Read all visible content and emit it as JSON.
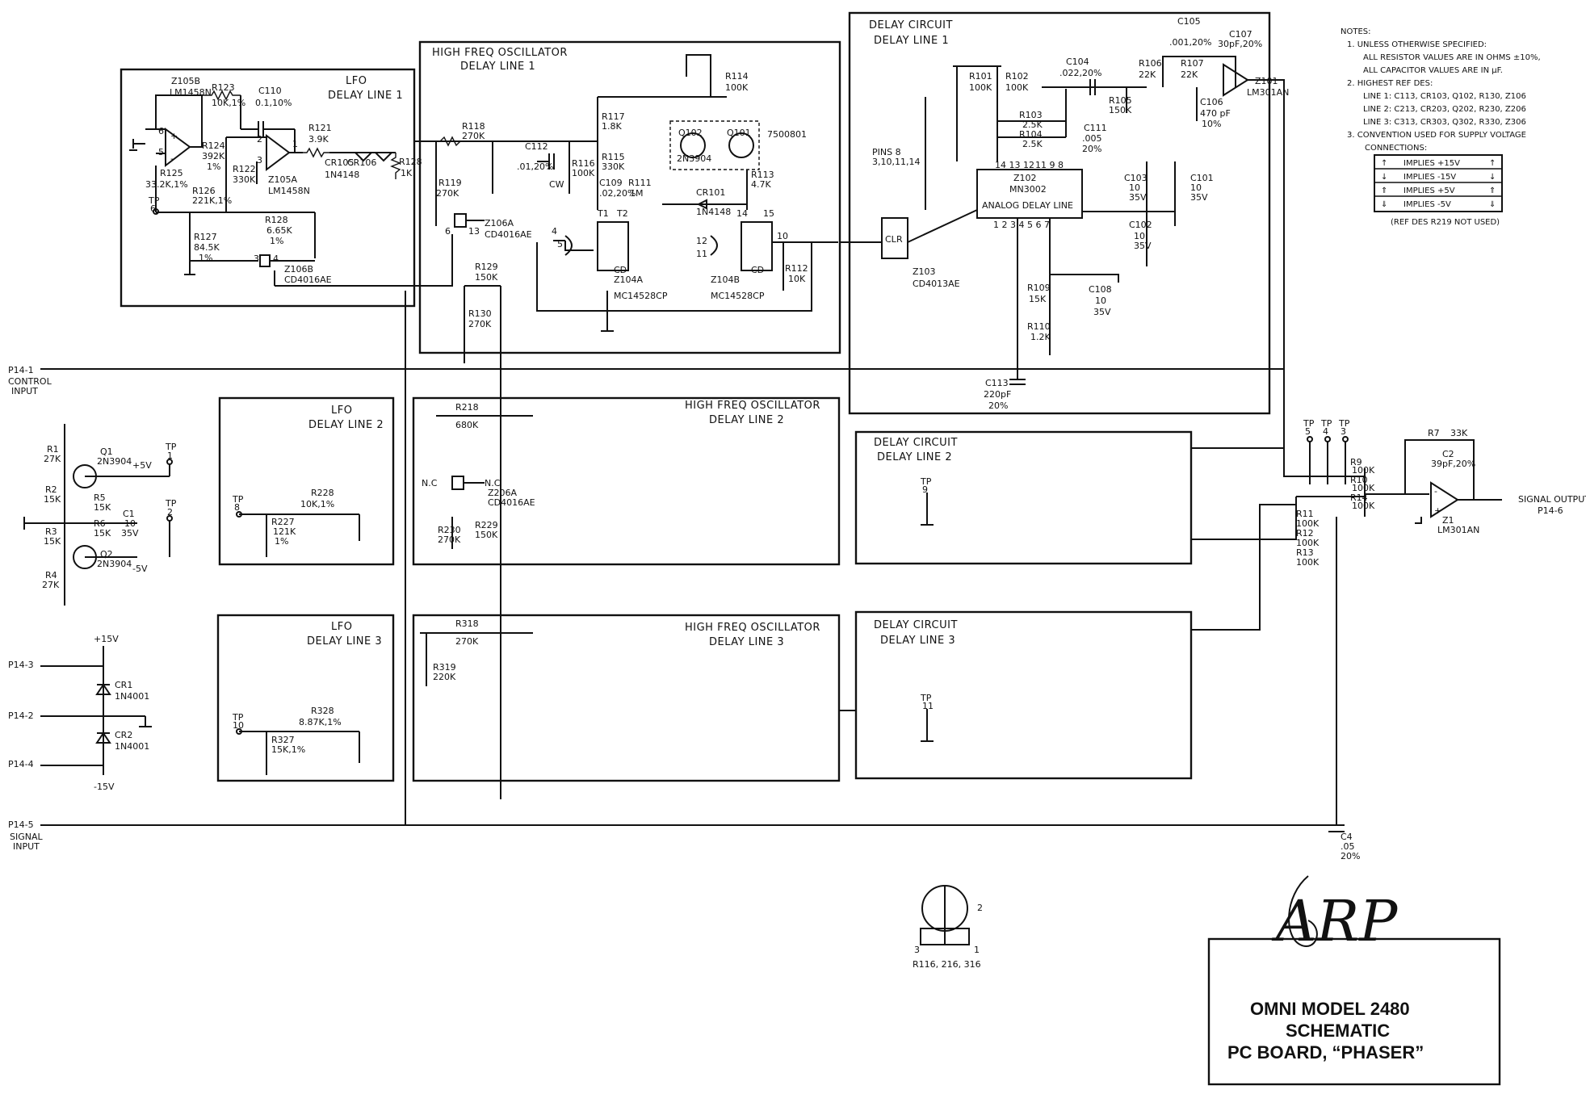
{
  "sections": {
    "lfo1": {
      "title": "LFO",
      "sub": "DELAY LINE 1"
    },
    "lfo2": {
      "title": "LFO",
      "sub": "DELAY LINE 2"
    },
    "lfo3": {
      "title": "LFO",
      "sub": "DELAY LINE 3"
    },
    "hfo1": {
      "title": "HIGH FREQ OSCILLATOR",
      "sub": "DELAY LINE 1"
    },
    "hfo2": {
      "title": "HIGH FREQ OSCILLATOR",
      "sub": "DELAY LINE 2"
    },
    "hfo3": {
      "title": "HIGH FREQ OSCILLATOR",
      "sub": "DELAY LINE 3"
    },
    "dc1": {
      "title": "DELAY CIRCUIT",
      "sub": "DELAY LINE 1"
    },
    "dc2": {
      "title": "DELAY CIRCUIT",
      "sub": "DELAY LINE 2"
    },
    "dc3": {
      "title": "DELAY CIRCUIT",
      "sub": "DELAY LINE 3"
    }
  },
  "lfo1_parts": {
    "z105b": "Z105B",
    "z105b_type": "LM1458N",
    "r123": "R123",
    "r123_v": "10K,1%",
    "c110": "C110",
    "c110_v": "0.1,10%",
    "r121": "R121",
    "r121_v": "3.9K",
    "r124": "R124",
    "r124_v": "392K",
    "r124_t": "1%",
    "r122": "R122",
    "r122_v": "330K",
    "z105a": "Z105A",
    "z105a_type": "LM1458N",
    "cr105": "CR105",
    "cr106": "CR106",
    "cr_type": "1N4148",
    "r128b": "R128",
    "r128b_v": "1K",
    "r125": "R125",
    "r125_v": "33.2K,1%",
    "r126": "R126",
    "r126_v": "221K,1%",
    "tp6": "TP",
    "tp6_n": "6",
    "r128": "R128",
    "r128_v": "6.65K",
    "r128_t": "1%",
    "r127": "R127",
    "r127_v": "84.5K",
    "r127_t": "1%",
    "z106b": "Z106B",
    "z106b_type": "CD4016AE"
  },
  "hfo1_parts": {
    "r118": "R118",
    "r118_v": "270K",
    "r119": "R119",
    "r119_v": "270K",
    "z106a": "Z106A",
    "z106a_type": "CD4016AE",
    "r129": "R129",
    "r129_v": "150K",
    "r130": "R130",
    "r130_v": "270K",
    "c112": "C112",
    "c112_v": ".01,20%",
    "r116": "R116",
    "r116_v": "100K",
    "cw": "CW",
    "r117": "R117",
    "r117_v": "1.8K",
    "r115": "R115",
    "r115_v": "330K",
    "r114": "R114",
    "r114_v": "100K",
    "q102": "Q102",
    "q102_t": "2N3904",
    "q101": "Q101",
    "q101_t": "7500801",
    "r113": "R113",
    "r113_v": "4.7K",
    "c109": "C109",
    "c109_v": ".02,20%",
    "r111": "R111",
    "r111_v": "1M",
    "cr101": "CR101",
    "cr101_t": "1N4148",
    "z104a": "Z104A",
    "z104a_t": "MC14528CP",
    "z104b": "Z104B",
    "z104b_t": "MC14528CP",
    "r112": "R112",
    "r112_v": "10K"
  },
  "dc1_parts": {
    "r101": "R101",
    "r101_v": "100K",
    "r102": "R102",
    "r102_v": "100K",
    "r103": "R103",
    "r103_v": "2.5K",
    "r104": "R104",
    "r104_v": "2.5K",
    "c104": "C104",
    "c104_v": ".022,20%",
    "c111": "C111",
    "c111_v": ".005",
    "c111_t": "20%",
    "r105": "R105",
    "r105_v": "150K",
    "r106": "R106",
    "r106_v": "22K",
    "r107": "R107",
    "r107_v": "22K",
    "c105": "C105",
    "c105_v": ".001,20%",
    "c107": "C107",
    "c107_v": "30pF,20%",
    "c106": "C106",
    "c106_v": "470 pF",
    "c106_t": "10%",
    "z101": "Z101",
    "z101_t": "LM301AN",
    "z102": "Z102",
    "z102_t": "MN3002",
    "z102_d": "ANALOG DELAY LINE",
    "pins": "PINS 8",
    "pins2": "3,10,11,14",
    "z103": "Z103",
    "z103_t": "CD4013AE",
    "c103": "C103",
    "c103_v": "10",
    "c103_t": "35V",
    "c101": "C101",
    "c101_v": "10",
    "c101_t": "35V",
    "c102": "C102",
    "c102_v": "10",
    "c102_t": "35V",
    "r109": "R109",
    "r109_v": "15K",
    "c108": "C108",
    "c108_v": "10",
    "c108_t": "35V",
    "r110": "R110",
    "r110_v": "1.2K",
    "c113": "C113",
    "c113_v": "220pF",
    "c113_t": "20%"
  },
  "left_parts": {
    "p14_1": "P14-1",
    "control_input": "CONTROL",
    "control_input2": "INPUT",
    "r1": "R1",
    "r1_v": "27K",
    "q1": "Q1",
    "q1_t": "2N3904",
    "plus5": "+5V",
    "minus5": "-5V",
    "tp1": "TP",
    "tp1_n": "1",
    "tp2": "TP",
    "tp2_n": "2",
    "r2": "R2",
    "r2_v": "15K",
    "r5": "R5",
    "r5_v": "15K",
    "r6": "R6",
    "r6_v": "15K",
    "c1": "C1",
    "c1_v": "10",
    "c1_t": "35V",
    "r3": "R3",
    "r3_v": "15K",
    "q2": "Q2",
    "q2_t": "2N3904",
    "r4": "R4",
    "r4_v": "27K",
    "p14_3": "P14-3",
    "p14_2": "P14-2",
    "p14_4": "P14-4",
    "plus15": "+15V",
    "minus15": "-15V",
    "cr1": "CR1",
    "cr1_t": "1N4001",
    "cr2": "CR2",
    "cr2_t": "1N4001",
    "p14_5": "P14-5",
    "signal_input": "SIGNAL",
    "signal_input2": "INPUT"
  },
  "line2_parts": {
    "tp8": "TP",
    "tp8_n": "8",
    "r228": "R228",
    "r228_v": "10K,1%",
    "r227": "R227",
    "r227_v": "121K",
    "r227_t": "1%",
    "r218": "R218",
    "r218_v": "680K",
    "nc1": "N.C",
    "nc2": "N.C",
    "z206a": "Z206A",
    "z206a_t": "CD4016AE",
    "r230": "R230",
    "r230_v": "270K",
    "r229": "R229",
    "r229_v": "150K",
    "tp_dc2": "TP",
    "tp_dc2_n": "9"
  },
  "line3_parts": {
    "tp10": "TP",
    "tp10_n": "10",
    "r328": "R328",
    "r328_v": "8.87K,1%",
    "r327": "R327",
    "r327_v": "15K,1%",
    "r318": "R318",
    "r318_v": "270K",
    "r319": "R319",
    "r319_v": "220K",
    "tp_dc3": "TP",
    "tp_dc3_n": "11"
  },
  "output_parts": {
    "tp_a": "TP",
    "tp_a_n": "5",
    "tp_b": "TP",
    "tp_b_n": "4",
    "tp_c": "TP",
    "tp_c_n": "3",
    "r7": "R7",
    "r7_v": "33K",
    "c2": "C2",
    "c2_v": "39pF,20%",
    "r9": "R9",
    "r9_v": "100K",
    "r10": "R10",
    "r10_v": "100K",
    "r14": "R14",
    "r14_v": "100K",
    "r11": "R11",
    "r11_v": "100K",
    "r12": "R12",
    "r12_v": "100K",
    "r13": "R13",
    "r13_v": "100K",
    "z1": "Z1",
    "z1_t": "LM301AN",
    "signal_output": "SIGNAL OUTPUT",
    "p14_6": "P14-6",
    "c4": "C4",
    "c4_v": ".05",
    "c4_t": "20%"
  },
  "pot": {
    "label": "R116, 216, 316",
    "p1": "1",
    "p2": "2",
    "p3": "3"
  },
  "notes": {
    "heading": "NOTES:",
    "n1": "1. UNLESS OTHERWISE SPECIFIED:",
    "n1a": "ALL RESISTOR VALUES ARE IN OHMS ±10%,",
    "n1b": "ALL CAPACITOR VALUES ARE IN µF.",
    "n2": "2. HIGHEST REF DES:",
    "n2a": "LINE 1:  C113, CR103, Q102, R130, Z106",
    "n2b": "LINE 2:  C213, CR203, Q202, R230, Z206",
    "n2c": "LINE 3:  C313, CR303, Q302, R330, Z306",
    "n3": "3. CONVENTION USED FOR SUPPLY VOLTAGE",
    "n3a": "CONNECTIONS:",
    "supply": [
      {
        "sym": "↑",
        "text": "IMPLIES +15V"
      },
      {
        "sym": "↓",
        "text": "IMPLIES -15V"
      },
      {
        "sym": "⇑",
        "text": "IMPLIES +5V"
      },
      {
        "sym": "⇓",
        "text": "IMPLIES -5V"
      }
    ],
    "not_used": "(REF DES R219 NOT USED)"
  },
  "title_block": {
    "logo": "ARP",
    "line1": "OMNI MODEL 2480",
    "line2": "SCHEMATIC",
    "line3": "PC BOARD, “PHASER”"
  }
}
